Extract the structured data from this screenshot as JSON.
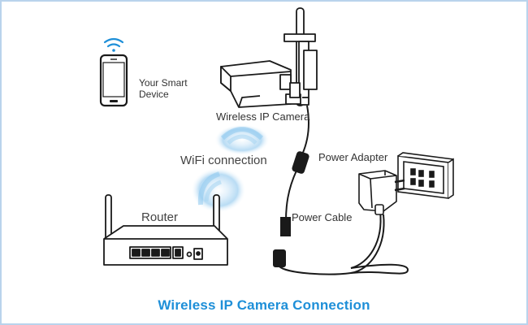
{
  "labels": {
    "smart_device": "Your Smart\nDevice",
    "camera": "Wireless IP Camera",
    "wifi": "WiFi connection",
    "power_adapter": "Power Adapter",
    "power_cable": "Power Cable",
    "router": "Router"
  },
  "caption": "Wireless IP Camera Connection",
  "colors": {
    "accent": "#1e8fd8",
    "wifi_glow": "#cfe6f7",
    "line": "#1a1a1a",
    "frame": "#b9d3ec"
  },
  "icons": [
    "wifi-icon",
    "smartphone-icon",
    "camera-icon",
    "router-icon",
    "power-adapter-icon",
    "wall-outlet-icon"
  ]
}
